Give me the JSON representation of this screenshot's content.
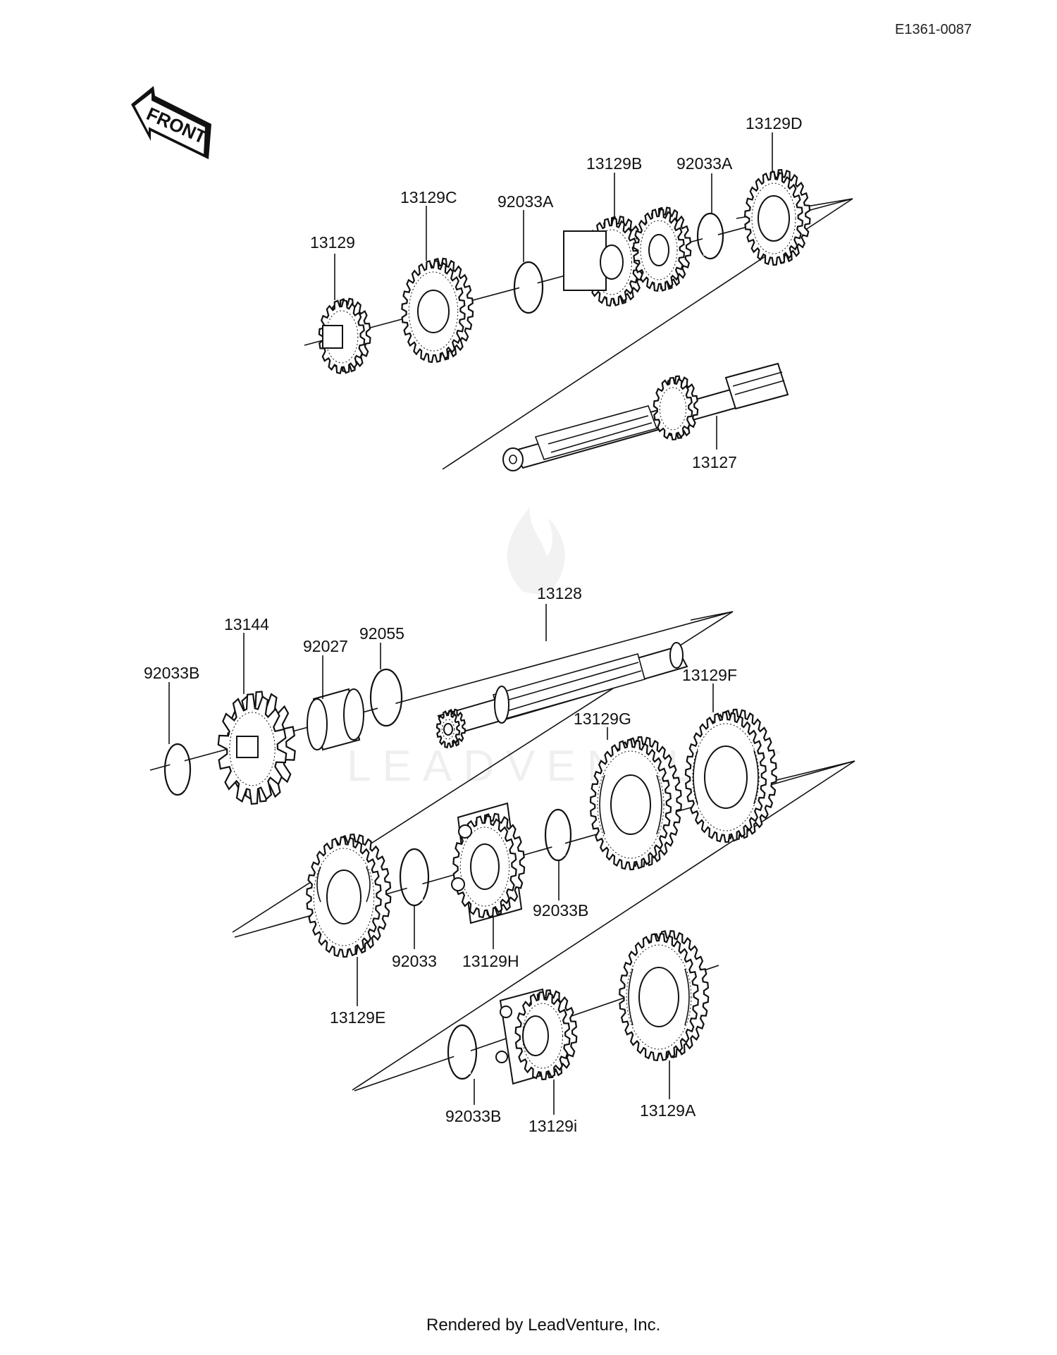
{
  "drawing_code": "E1361-0087",
  "front_label": "FRONT",
  "watermark": "LEADVENTURE",
  "footer": "Rendered by LeadVenture, Inc.",
  "parts": {
    "p13129": "13129",
    "p13129C": "13129C",
    "p92033A_1": "92033A",
    "p13129B": "13129B",
    "p92033A_2": "92033A",
    "p13129D": "13129D",
    "p13127": "13127",
    "p13128": "13128",
    "p13144": "13144",
    "p92027": "92027",
    "p92055": "92055",
    "p92033B_1": "92033B",
    "p13129G": "13129G",
    "p13129F": "13129F",
    "p92033B_2": "92033B",
    "p92033": "92033",
    "p13129H": "13129H",
    "p13129E": "13129E",
    "p92033B_3": "92033B",
    "p13129i": "13129i",
    "p13129A": "13129A"
  }
}
